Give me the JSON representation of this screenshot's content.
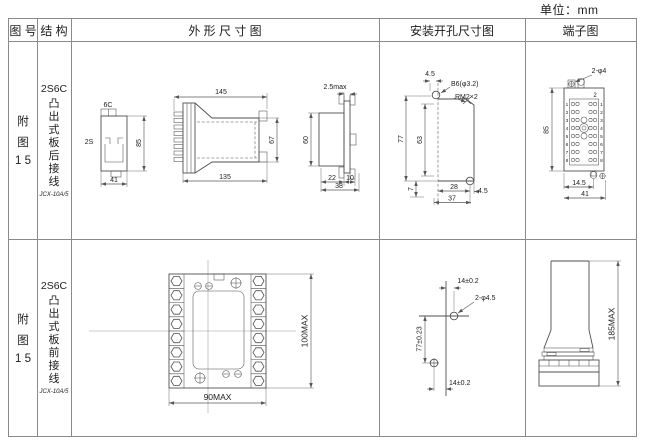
{
  "unit_label": "单位：mm",
  "header": {
    "figure": "图 号",
    "structure": "结 构",
    "outline": "外 形 尺 寸 图",
    "mounting": "安装开孔尺寸图",
    "terminal": "端子图"
  },
  "rows": [
    {
      "figure_lines": [
        "附",
        "图",
        "1 5"
      ],
      "model": "2S6C",
      "structure_chars": [
        "凸",
        "出",
        "式",
        "板",
        "后",
        "接",
        "线"
      ],
      "note": "JCX-10A/5",
      "outline": {
        "v1_top": "6C",
        "v1_left": "2S",
        "v1_h": "85",
        "v1_w": "41",
        "v2_wtop": "145",
        "v2_wbot": "135",
        "v2_h": "67",
        "v3_top": "2.5max",
        "v3_h": "60",
        "v3_d1": "22",
        "v3_d2": "10",
        "v3_w": "38"
      },
      "mounting": {
        "top": "4.5",
        "hole": "B6(φ3.2)",
        "thread": "RM2×2",
        "h_outer": "77",
        "h_inner": "63",
        "offset": "7",
        "w_inner": "28",
        "w_outer": "37",
        "right": "4.5"
      },
      "terminal": {
        "holes": "2-φ4",
        "h": "85",
        "w_inner": "14.5",
        "w_outer": "41",
        "corner": "2",
        "nums": [
          "1",
          "2",
          "3",
          "4",
          "5",
          "6",
          "7",
          "8"
        ]
      }
    },
    {
      "figure_lines": [
        "附",
        "图",
        "1 5"
      ],
      "model": "2S6C",
      "structure_chars": [
        "凸",
        "出",
        "式",
        "板",
        "前",
        "接",
        "线"
      ],
      "note": "JCX-10A/5",
      "outline": {
        "h": "100MAX",
        "w": "90MAX"
      },
      "mounting": {
        "top": "14±0.2",
        "holes": "2-φ4.5",
        "h": "77±0.23",
        "bottom": "14±0.2"
      },
      "terminal": {
        "h": "185MAX"
      }
    }
  ]
}
